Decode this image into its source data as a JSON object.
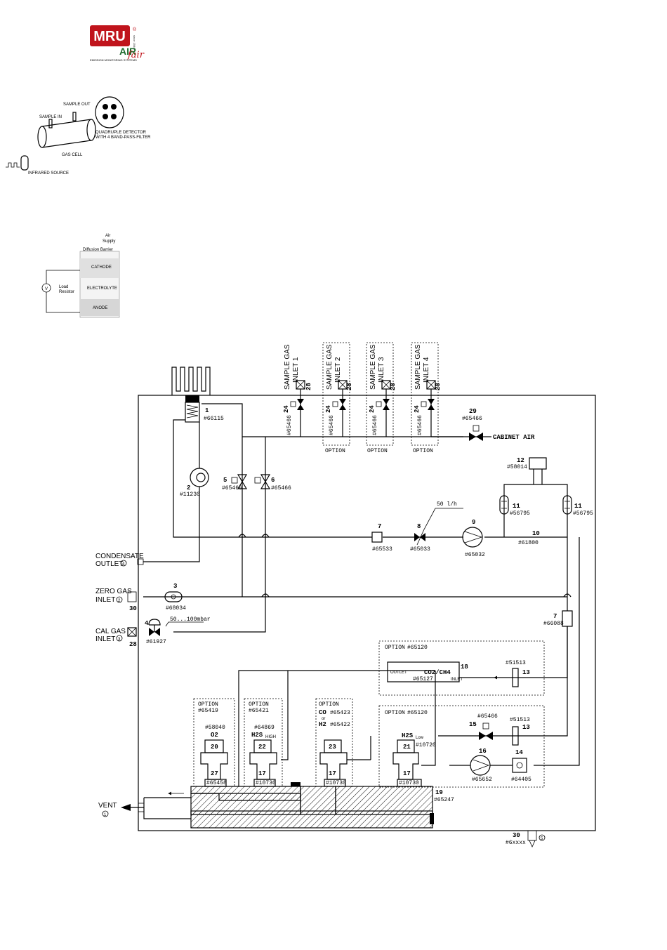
{
  "logo": {
    "brand": "MRU",
    "sub": "AIR",
    "cursive": "fair",
    "tagline": "EMISSION MONITORING SYSTEMS",
    "side_text": "since 1984",
    "reg": "®",
    "colors": {
      "red": "#c0141c",
      "green": "#1e6b2e"
    }
  },
  "ir_figure": {
    "sample_in": "SAMPLE IN",
    "sample_out": "SAMPLE OUT",
    "detector": "QUADRUPLE DETECTOR",
    "detector2": "WITH 4 BAND-PASS-FILTER",
    "gas_cell": "GAS CELL",
    "source": "INFRARED SOURCE"
  },
  "ec_figure": {
    "air": "Air",
    "supply": "Supply",
    "barrier": "Diffusion Barrier",
    "cathode": "CATHODE",
    "electrolyte": "ELECTROLYTE",
    "anode": "ANODE",
    "load": "Load",
    "resistor": "Resistor",
    "v": "V"
  },
  "diagram": {
    "inlets": [
      {
        "l1": "SAMPLE GAS",
        "l2": "INLET 1",
        "num": "28",
        "v": "24",
        "pn": "#65466"
      },
      {
        "l1": "SAMPLE GAS",
        "l2": "INLET 2",
        "num": "28",
        "v": "24",
        "pn": "#65466",
        "opt": "OPTION"
      },
      {
        "l1": "SAMPLE GAS",
        "l2": "INLET 3",
        "num": "28",
        "v": "24",
        "pn": "#65466",
        "opt": "OPTION"
      },
      {
        "l1": "SAMPLE GAS",
        "l2": "INLET 4",
        "num": "28",
        "v": "24",
        "pn": "#65466",
        "opt": "OPTION"
      }
    ],
    "cabinet_air": "CABINET AIR",
    "c29": {
      "num": "29",
      "pn": "#65466"
    },
    "c1": {
      "num": "1",
      "pn": "#66115"
    },
    "c2": {
      "num": "2",
      "pn": "#11230"
    },
    "c5": {
      "num": "5",
      "pn": "#65466"
    },
    "c6": {
      "num": "6",
      "pn": "#65466"
    },
    "c7a": {
      "num": "7",
      "pn": "#65533"
    },
    "c8": {
      "num": "8",
      "pn": "#65033",
      "flow": "50 l/h"
    },
    "c9": {
      "num": "9",
      "pn": "#65032"
    },
    "c10": {
      "num": "10",
      "pn": "#61800"
    },
    "c11a": {
      "num": "11",
      "pn": "#56795"
    },
    "c11b": {
      "num": "11",
      "pn": "#56795"
    },
    "c12": {
      "num": "12",
      "pn": "#58014"
    },
    "c7b": {
      "num": "7",
      "pn": "#66088"
    },
    "c3": {
      "num": "3",
      "pn": "#68034"
    },
    "c4": {
      "num": "4",
      "pn": "#61927",
      "press": "50...100mbar"
    },
    "condensate": {
      "l1": "CONDENSATE",
      "l2": "OUTLET",
      "n": "4"
    },
    "zero": {
      "l1": "ZERO GAS",
      "l2": "INLET",
      "n": "2",
      "num": "30"
    },
    "cal": {
      "l1": "CAL GAS",
      "l2": "INLET",
      "n": "3",
      "num": "28"
    },
    "vent": {
      "l": "VENT",
      "n": "1"
    },
    "opt_co2": {
      "opt": "OPTION",
      "pn": "#65120",
      "name": "CO2/CH4",
      "num": "18",
      "pn2": "#65127",
      "outlet": "OUTLET",
      "inlet": "INLET",
      "f13": "13",
      "f13pn": "#51513"
    },
    "opt_h2s": {
      "opt": "OPTION",
      "pn": "#65120",
      "c15": "15",
      "c15pn": "#65466",
      "f13": "13",
      "f13pn": "#51513",
      "c16": "16",
      "c16pn": "#65652",
      "c14": "14",
      "c14pn": "#64405",
      "sensor": "H2S",
      "sub": "Low",
      "num": "21",
      "pn2": "#10720",
      "base": "17",
      "basepn": "#10730"
    },
    "s_o2": {
      "opt": "OPTION",
      "pn": "#65419",
      "spn": "#58040",
      "gas": "O2",
      "num": "20",
      "base": "27",
      "basepn": "#65458"
    },
    "s_h2s": {
      "opt": "OPTION",
      "pn": "#65421",
      "spn": "#64869",
      "gas": "H2S",
      "sub": "HIGH",
      "num": "22",
      "base": "17",
      "basepn": "#10730"
    },
    "s_co": {
      "opt": "OPTION",
      "gas": "CO",
      "pn": "#65423",
      "or": "or",
      "gas2": "H2",
      "pn2": "#65422",
      "num": "23",
      "base": "17",
      "basepn": "#10730"
    },
    "manifold": {
      "num": "19",
      "pn": "#65247"
    },
    "drain": {
      "num": "30",
      "pn": "#6xxxx",
      "n": "5"
    }
  }
}
